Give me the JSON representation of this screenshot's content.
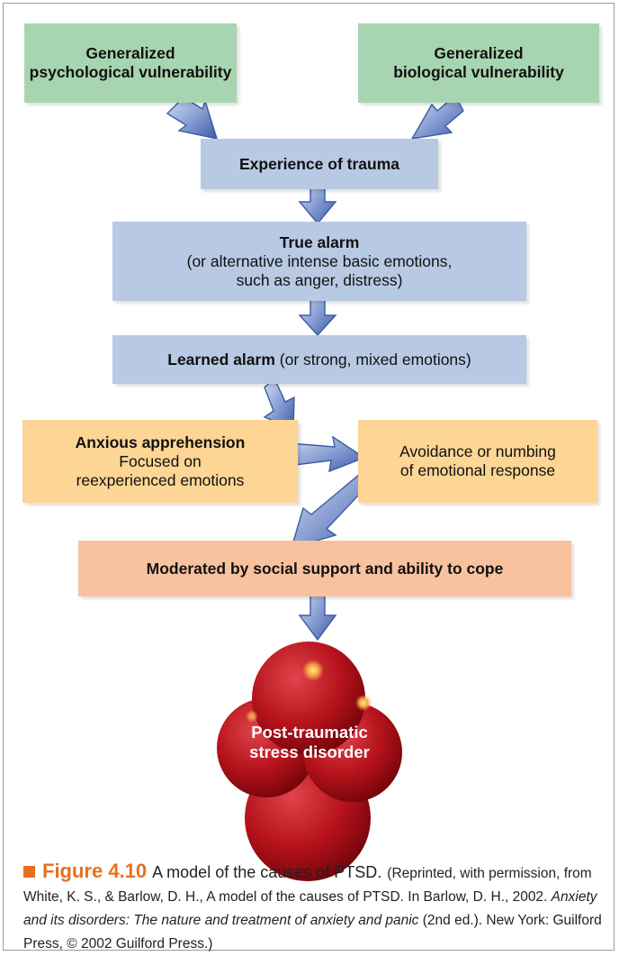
{
  "nodes": {
    "psych_vuln": {
      "line1": "Generalized",
      "line2": "psychological vulnerability"
    },
    "bio_vuln": {
      "line1": "Generalized",
      "line2": "biological vulnerability"
    },
    "trauma": {
      "label": "Experience of trauma"
    },
    "true_alarm": {
      "title": "True alarm",
      "line1": "(or alternative intense basic emotions,",
      "line2": "such as anger, distress)"
    },
    "learned_alarm": {
      "title": "Learned alarm",
      "rest": " (or strong, mixed emotions)"
    },
    "anxious": {
      "title": "Anxious apprehension",
      "line1": "Focused on",
      "line2": "reexperienced emotions"
    },
    "avoidance": {
      "line1": "Avoidance or numbing",
      "line2": "of emotional response"
    },
    "moderated": {
      "label": "Moderated by social support and ability to cope"
    },
    "ptsd": {
      "line1": "Post-traumatic",
      "line2": "stress disorder"
    }
  },
  "caption": {
    "figure_label": "Figure 4.10",
    "title": "A model of the causes of PTSD.",
    "credit_1": "(Reprinted, with permission, from White, K. S., & Barlow, D. H., A model of the causes of PTSD. In Barlow, D. H., 2002. ",
    "book_title": "Anxiety and its disorders: The nature and treatment of anxiety and panic",
    "credit_2": " (2nd ed.). New York: Guilford Press, © 2002 Guilford Press.)"
  },
  "colors": {
    "green_box": "#a8d5b1",
    "blue_box": "#b8c9e4",
    "orange_box": "#fdd594",
    "salmon_box": "#f9c29f",
    "ball_red": "#b5121b",
    "arrow_blue": "#6f86c2",
    "accent_orange": "#e8701d"
  }
}
